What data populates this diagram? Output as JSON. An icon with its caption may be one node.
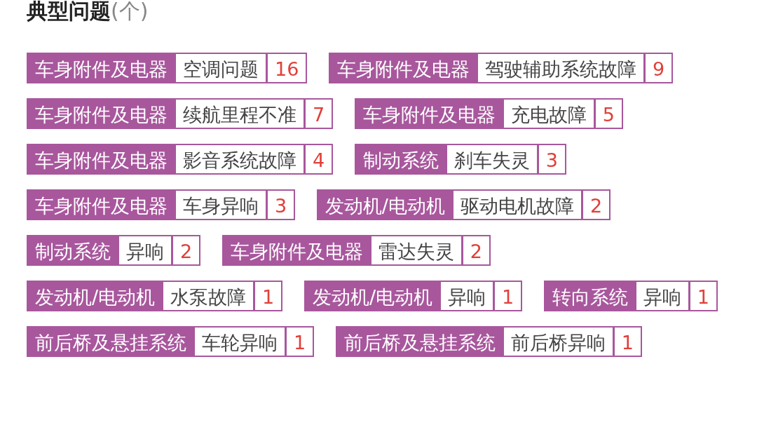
{
  "diagram": {
    "title": "**典型问题**(个)",
    "nodes": [
      {
        "text": [
          "车身附件及电器",
          "空调问题",
          "16"
        ]
      },
      {
        "text": [
          "车身附件及电器",
          "驾驶辅助系统故障",
          "9"
        ]
      },
      {
        "text": [
          "车身附件及电器",
          "续航里程不准",
          "7"
        ]
      },
      {
        "text": [
          "车身附件及电器",
          "充电故障",
          "5"
        ]
      },
      {
        "text": [
          "车身附件及电器",
          "影音系统故障",
          "4"
        ]
      },
      {
        "text": [
          "制动系统",
          "刹车失灵",
          "3"
        ]
      },
      {
        "text": [
          "车身附件及电器",
          "车身异响",
          "3"
        ]
      },
      {
        "text": [
          "发动机/电动机",
          "驱动电机故障",
          "2"
        ]
      },
      {
        "text": [
          "制动系统",
          "异响",
          "2"
        ]
      },
      {
        "text": [
          "车身附件及电器",
          "雷达失灵",
          "2"
        ]
      },
      {
        "text": [
          "发动机/电动机",
          "水泵故障",
          "1"
        ]
      },
      {
        "text": [
          "发动机/电动机",
          "异响",
          "1"
        ]
      },
      {
        "text": [
          "转向系统",
          "异响",
          "1"
        ]
      },
      {
        "text": [
          "前后桥及悬挂系统",
          "车轮异响",
          "1"
        ]
      },
      {
        "text": [
          "前后桥及悬挂系统",
          "前后桥异响",
          "1"
        ]
      }
    ]
  }
}
